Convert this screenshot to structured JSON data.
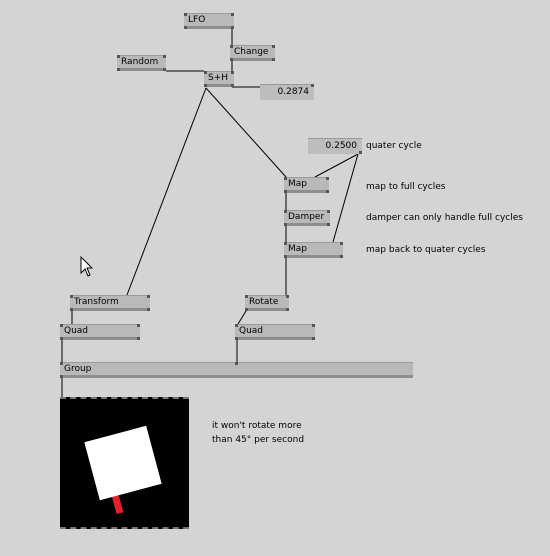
{
  "nodes": {
    "lfo": "LFO",
    "change": "Change",
    "random": "Random",
    "sh": "S+H",
    "map1": "Map",
    "damper": "Damper",
    "map2": "Map",
    "transform": "Transform",
    "rotate": "Rotate",
    "quad_left": "Quad",
    "quad_right": "Quad",
    "group": "Group"
  },
  "ioboxes": {
    "sh_output": "0.2874",
    "quarter_cycle": "0.2500"
  },
  "comments": {
    "quarter_cycle": "quater cycle",
    "map_full": "map to full cycles",
    "damper_note": "damper can only handle full cycles",
    "map_back": "map back to quater cycles",
    "rotate_note_line1": "it won't rotate more",
    "rotate_note_line2": "than 45° per second"
  },
  "colors": {
    "background": "#d4d4d4",
    "node": "#b9b9b9",
    "renderer_bg": "#000000",
    "quad_fill": "#ffffff",
    "stick": "#e0202a"
  },
  "renderer": {
    "quad_rotation_deg": 15
  },
  "icons": {
    "cursor": "mouse-pointer-icon"
  }
}
